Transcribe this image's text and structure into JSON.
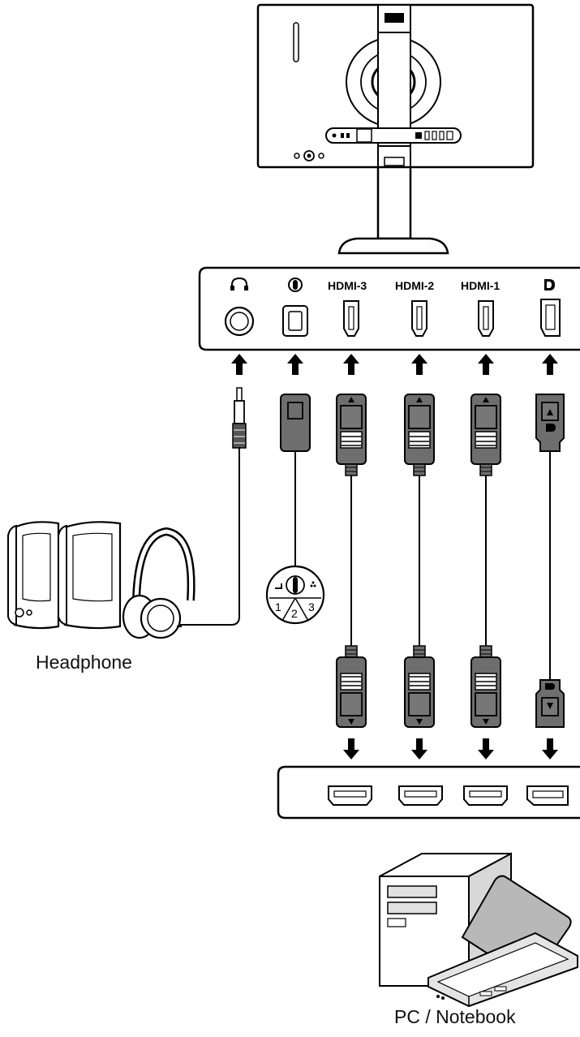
{
  "diagram": {
    "captions": {
      "headphone": "Headphone",
      "pc": "PC / Notebook"
    },
    "ports": [
      {
        "id": "headphone",
        "label": "",
        "icon": "headphone-icon"
      },
      {
        "id": "usb-c",
        "label": "",
        "icon": "mouse-icon"
      },
      {
        "id": "hdmi3",
        "label": "HDMI-3",
        "icon": ""
      },
      {
        "id": "hdmi2",
        "label": "HDMI-2",
        "icon": ""
      },
      {
        "id": "hdmi1",
        "label": "HDMI-1",
        "icon": ""
      },
      {
        "id": "dp",
        "label": "",
        "icon": "displayport-icon"
      }
    ],
    "puck_numbers": [
      "1",
      "2",
      "3"
    ],
    "colors": {
      "line": "#000000",
      "cable_body": "#6e6e6e",
      "cable_head": "#555555",
      "panel_fill": "#ffffff"
    }
  }
}
